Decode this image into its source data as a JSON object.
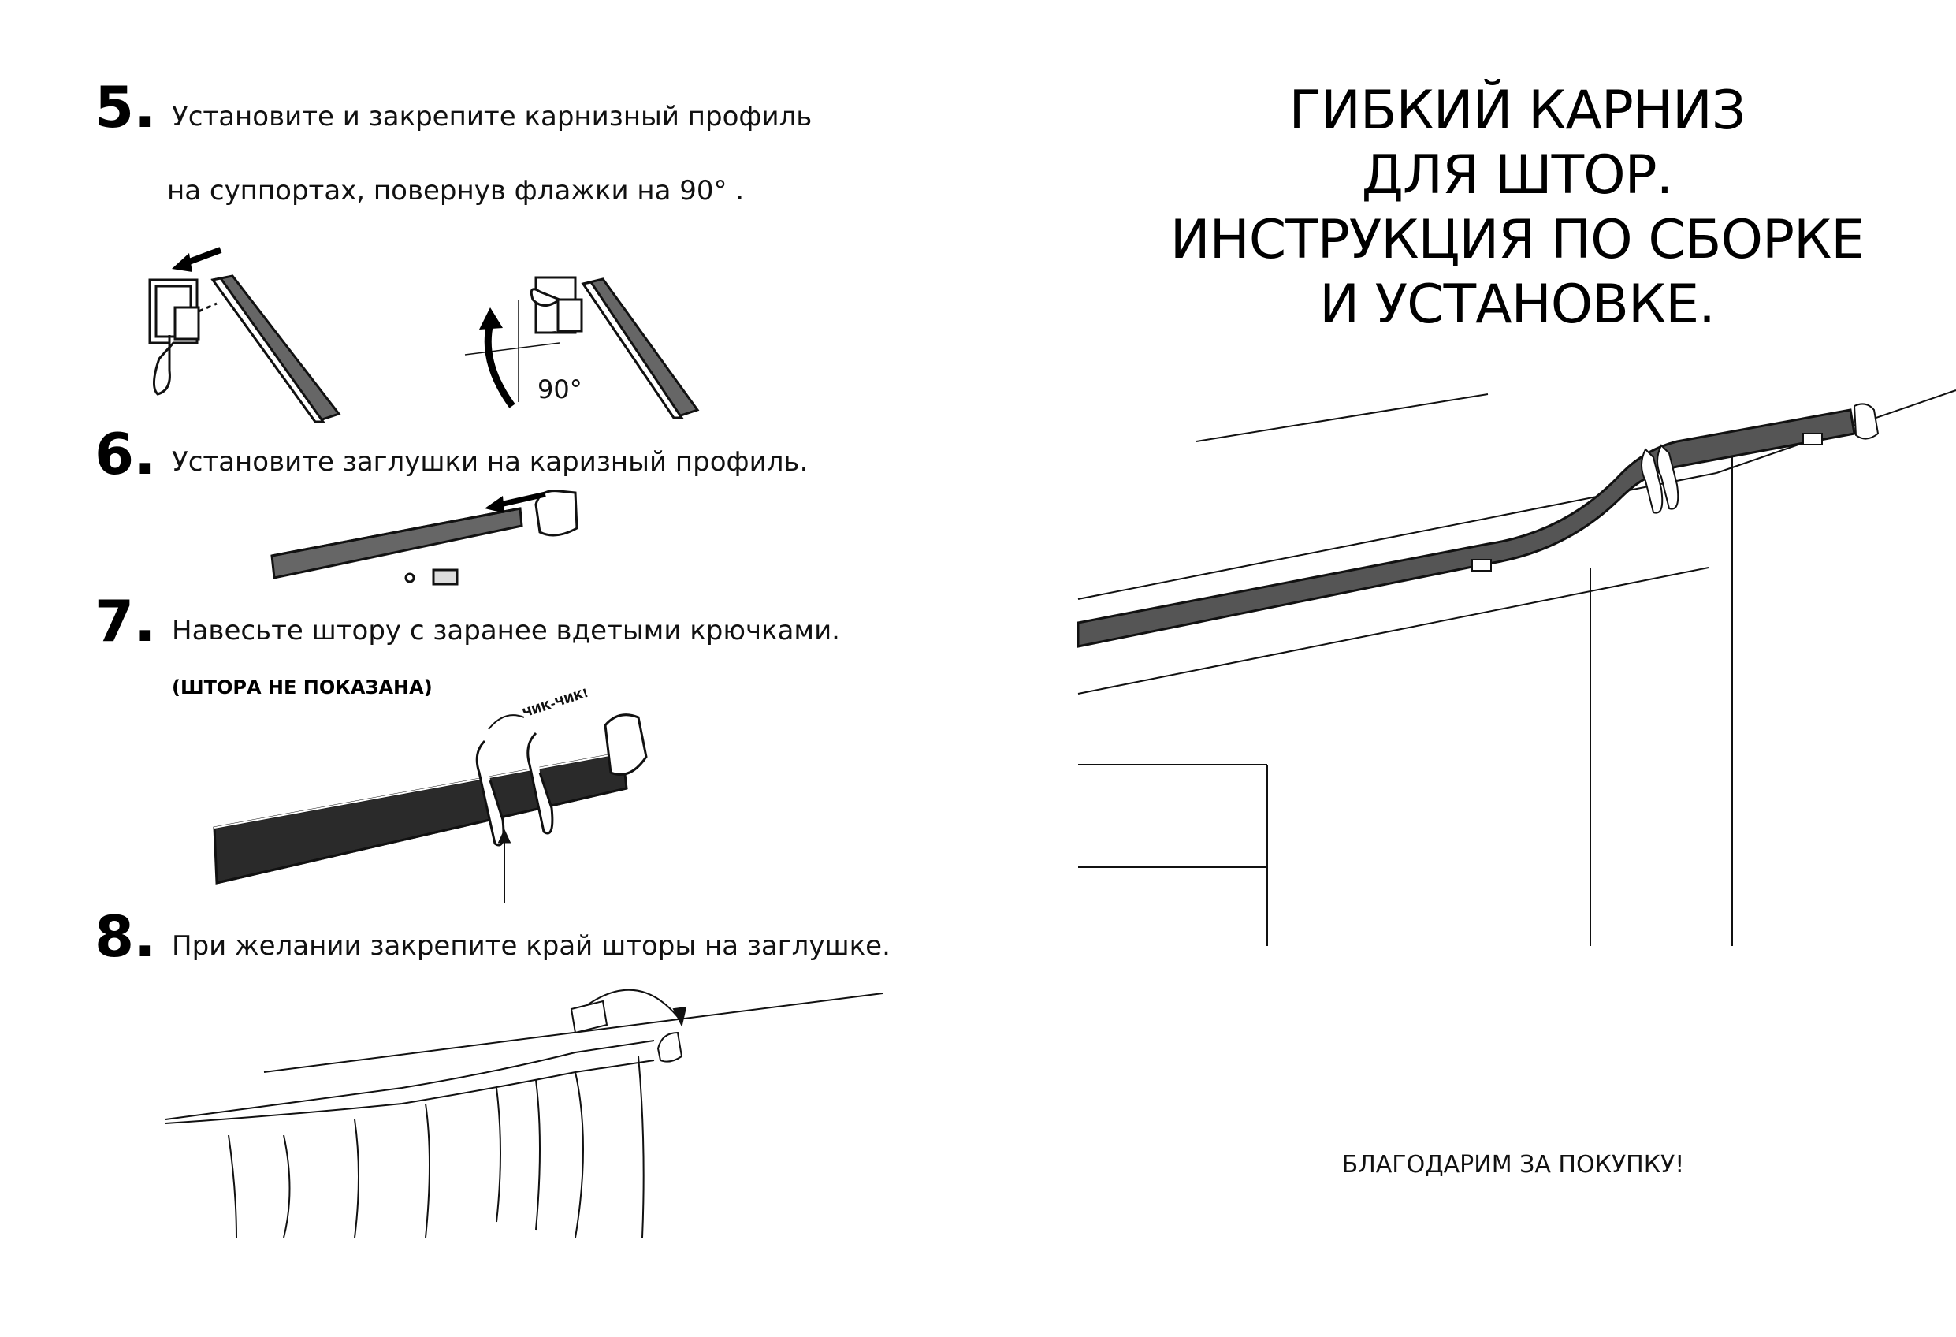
{
  "steps": [
    {
      "number": "5.",
      "lines": [
        "Установите и закрепите  карнизный профиль",
        "на суппортах, повернув флажки на 90° ."
      ]
    },
    {
      "number": "6.",
      "lines": [
        "Установите заглушки на каризный профиль."
      ]
    },
    {
      "number": "7.",
      "lines": [
        "Навесьте штору с заранее вдетыми крючками."
      ],
      "note": "(ШТОРА НЕ ПОКАЗАНА)"
    },
    {
      "number": "8.",
      "lines": [
        "При желании закрепите край шторы на заглушке."
      ]
    }
  ],
  "illustrations": {
    "angle_label": "90°",
    "click_label": "ЧИК-ЧИК!"
  },
  "title_lines": [
    "ГИБКИЙ КАРНИЗ",
    "ДЛЯ ШТОР.",
    "ИНСТРУКЦИЯ ПО СБОРКЕ",
    "И УСТАНОВКЕ."
  ],
  "thanks": "БЛАГОДАРИМ ЗА ПОКУПКУ!",
  "colors": {
    "ink": "#111111",
    "rail_fill": "#555555",
    "background": "#ffffff"
  }
}
